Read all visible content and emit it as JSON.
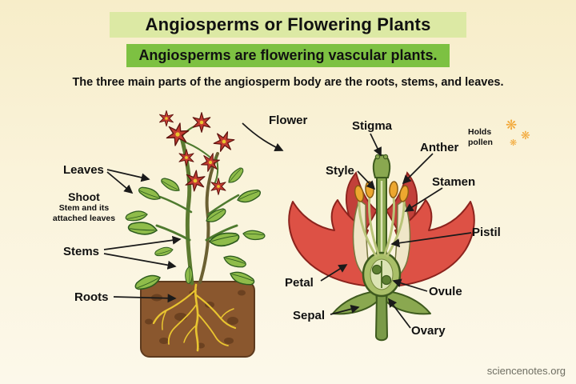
{
  "header": {
    "title": "Angiosperms or Flowering Plants",
    "subtitle": "Angiosperms are flowering vascular plants.",
    "description": "The three main parts of the angiosperm body are the roots, stems, and leaves."
  },
  "plant_diagram": {
    "flower_label": "Flower",
    "leaves_label": "Leaves",
    "shoot_label": "Shoot",
    "shoot_description": "Stem and its attached leaves",
    "stems_label": "Stems",
    "roots_label": "Roots"
  },
  "flower_diagram": {
    "stigma_label": "Stigma",
    "anther_label": "Anther",
    "holds_pollen_note": "Holds pollen",
    "style_label": "Style",
    "stamen_label": "Stamen",
    "pistil_label": "Pistil",
    "petal_label": "Petal",
    "ovule_label": "Ovule",
    "sepal_label": "Sepal",
    "ovary_label": "Ovary"
  },
  "icons": {
    "pollen": "❋"
  },
  "footer": {
    "credit": "sciencenotes.org"
  },
  "colors": {
    "title_highlight": "#dce9a4",
    "subtitle_highlight": "#7dc142",
    "petal_red": "#dd5145",
    "leaf_green": "#8fbc4a",
    "pistil_olive": "#8aa850",
    "anther_yellow": "#eda72f",
    "soil_brown": "#8a572e",
    "root_yellow": "#e9c530",
    "background_cream": "#faf3da"
  }
}
